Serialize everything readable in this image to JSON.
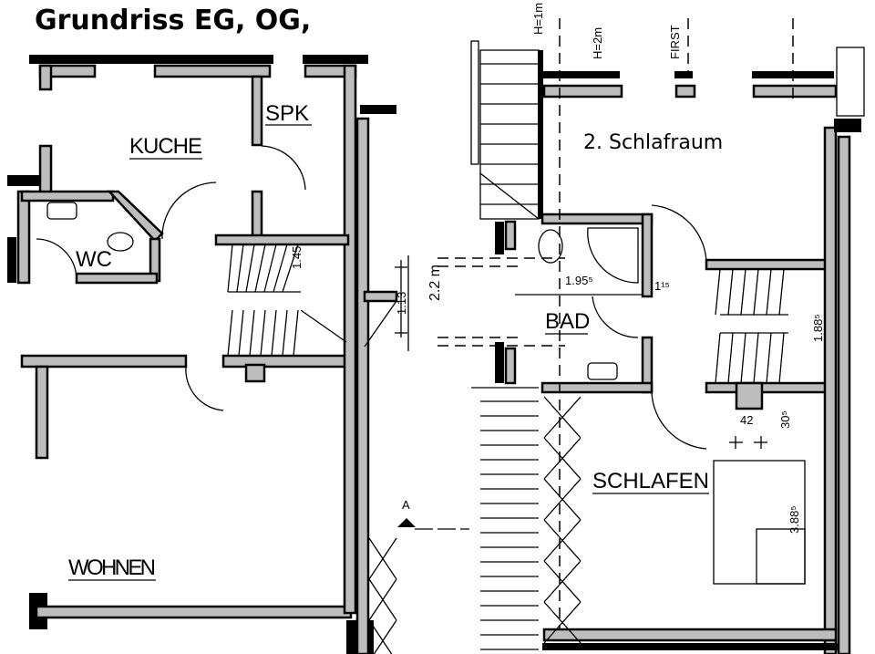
{
  "title": "Grundriss EG, OG,",
  "ground_floor": {
    "rooms": [
      "KUCHE",
      "SPK",
      "WC",
      "WOHNEN"
    ],
    "dimensions": [
      "1.45",
      "1.13"
    ]
  },
  "upper_floor": {
    "rooms": [
      "2. Schlafraum",
      "BAD",
      "SCHLAFEN"
    ],
    "height_labels": [
      "H=1m",
      "H=2m",
      "FIRST"
    ],
    "dimensions": [
      "2.2 m",
      "1.95⁵",
      "1¹⁵",
      "1.88⁵",
      "42",
      "30⁵",
      "3.88⁵"
    ],
    "section_marker": "A"
  },
  "colors": {
    "lines": "#000000",
    "background": "#ffffff"
  }
}
